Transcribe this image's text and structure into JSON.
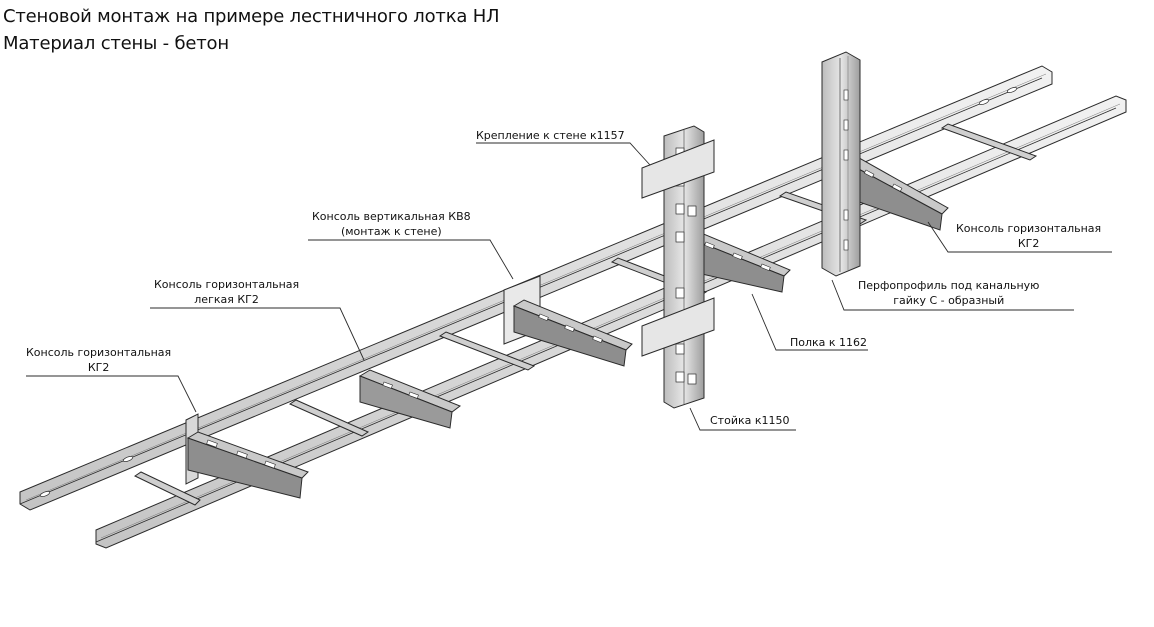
{
  "header": {
    "title": "Стеновой монтаж на  примере лестничного лотка НЛ",
    "subtitle": "Материал стены - бетон"
  },
  "labels": {
    "wall_mount": "Крепление к стене к1157",
    "vertical_console": {
      "line1": "Консоль вертикальная КВ8",
      "line2": "(монтаж к стене)"
    },
    "light_console": {
      "line1": "Консоль горизонтальная",
      "line2": "легкая КГ2"
    },
    "console_left": {
      "line1": "Консоль горизонтальная",
      "line2": "КГ2"
    },
    "console_right": {
      "line1": "Консоль горизонтальная",
      "line2": "КГ2"
    },
    "perf_profile": {
      "line1": "Перфопрофиль под канальную",
      "line2": "гайку С - образный"
    },
    "shelf": "Полка к 1162",
    "post": "Стойка к1150"
  },
  "colors": {
    "line": "#2b2b2b",
    "metal_light": "#d6d6d6",
    "metal_mid": "#b4b4b4",
    "metal_dark": "#8e8e8e",
    "background": "#ffffff"
  }
}
